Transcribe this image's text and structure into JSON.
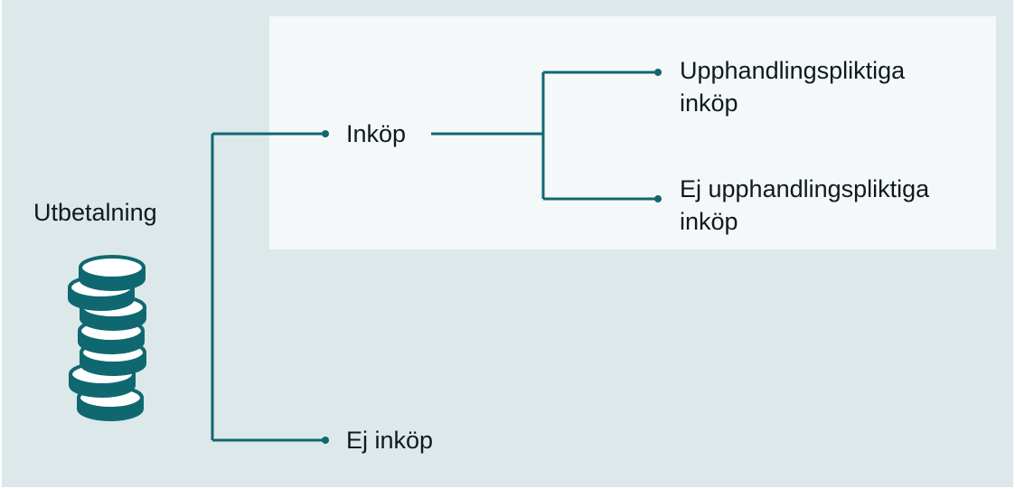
{
  "colors": {
    "background": "#dce8ea",
    "panel": "#f4f8f9",
    "accent": "#0f6870",
    "text": "#0f1a1e"
  },
  "root": {
    "label": "Utbetalning",
    "icon": "coin-stack-icon"
  },
  "level1": [
    {
      "label": "Inköp"
    },
    {
      "label": "Ej inköp"
    }
  ],
  "level2": [
    {
      "label": "Upphandlingspliktiga inköp"
    },
    {
      "label": "Ej upphandlingspliktiga inköp"
    }
  ]
}
